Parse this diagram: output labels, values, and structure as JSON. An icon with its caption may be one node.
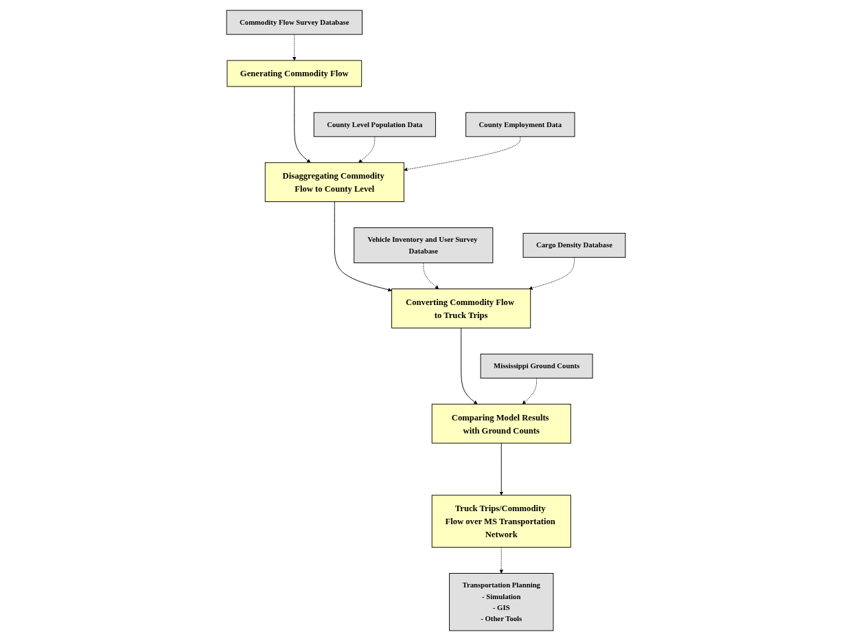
{
  "diagram": {
    "nodes": [
      {
        "text": [
          "Generating Commodity Flow"
        ]
      },
      {
        "text": [
          "Commodity Flow Survey Database"
        ]
      },
      {
        "text": [
          "Disaggregating Commodity Flow to County Level"
        ]
      },
      {
        "text": [
          "County Level Population Data"
        ]
      },
      {
        "text": [
          "County Employment Data"
        ]
      },
      {
        "text": [
          "Converting Commodity Flow to Truck Trips"
        ]
      },
      {
        "text": [
          "Vehicle Inventory and User Survey Database"
        ]
      },
      {
        "text": [
          "Cargo Density Database"
        ]
      },
      {
        "text": [
          "Comparing Model Results with Ground Counts"
        ]
      },
      {
        "text": [
          "Mississippi Ground Counts"
        ]
      },
      {
        "text": [
          "Truck Trips/Commodity Flow over MS Transportation Network"
        ]
      },
      {
        "text": [
          "Transportation Planning",
          "- Simulation",
          "- GIS",
          "- Other Tools"
        ]
      }
    ],
    "edges": [
      {
        "from": 1,
        "to": 0,
        "arrow": "to",
        "style": "dashed"
      },
      {
        "from": 0,
        "to": 2,
        "arrow": "to"
      },
      {
        "from": 3,
        "to": 2,
        "arrow": "to",
        "style": "dashed"
      },
      {
        "from": 4,
        "to": 2,
        "arrow": "to",
        "style": "dashed"
      },
      {
        "from": 2,
        "to": 5,
        "arrow": "to"
      },
      {
        "from": 6,
        "to": 5,
        "arrow": "to",
        "style": "dashed"
      },
      {
        "from": 7,
        "to": 5,
        "arrow": "to",
        "style": "dashed"
      },
      {
        "from": 5,
        "to": 8,
        "arrow": "to"
      },
      {
        "from": 9,
        "to": 8,
        "arrow": "to",
        "style": "dashed"
      },
      {
        "from": 8,
        "to": 10,
        "arrow": "to"
      },
      {
        "from": 10,
        "to": 11,
        "arrow": "to",
        "style": "dashed"
      }
    ]
  }
}
